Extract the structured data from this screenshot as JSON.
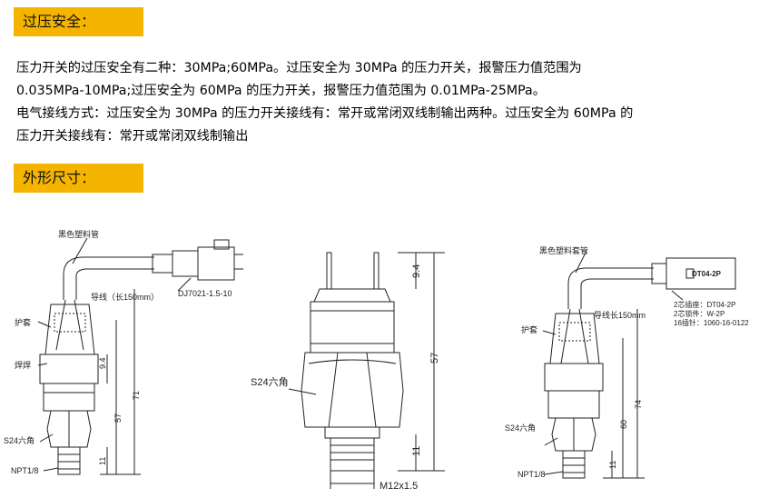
{
  "sections": {
    "overpressure": {
      "title": "过压安全："
    },
    "dimensions": {
      "title": "外形尺寸："
    }
  },
  "paragraph": {
    "lines": [
      "压力开关的过压安全有二种：30MPa;60MPa。过压安全为 30MPa 的压力开关，报警压力值范围为",
      "0.035MPa-10MPa;过压安全为 60MPa 的压力开关，报警压力值范围为 0.01MPa-25MPa。",
      "电气接线方式：过压安全为 30MPa 的压力开关接线有：常开或常闭双线制输出两种。过压安全为 60MPa 的",
      "压力开关接线有：常开或常闭双线制输出"
    ]
  },
  "drawings": {
    "left": {
      "label_tube": "黑色塑料管",
      "label_connector": "DJ7021-1.5-10",
      "label_wire": "导线（长150mm）",
      "label_sleeve": "护套",
      "label_weld": "焊焊",
      "label_hex": "S24六角",
      "label_thread": "NPT1/8",
      "dim_94": "9.4",
      "dim_57": "57",
      "dim_71": "71",
      "dim_11": "11"
    },
    "middle": {
      "label_hex": "S24六角",
      "dim_94": "9.4",
      "dim_57": "57",
      "dim_11": "11",
      "dim_thread": "M12x1.5"
    },
    "right": {
      "label_tube": "黑色塑料套管",
      "label_connector": "DT04-2P",
      "label_spec1": "2芯插座：DT04-2P",
      "label_spec2": "2芯锁件：W-2P",
      "label_spec3": "16插针：1060-16-0122",
      "label_wire": "导线长150mm",
      "label_sleeve": "护套",
      "label_hex": "S24六角",
      "label_thread": "NPT1/8",
      "dim_60": "60",
      "dim_74": "74",
      "dim_11": "11"
    }
  }
}
